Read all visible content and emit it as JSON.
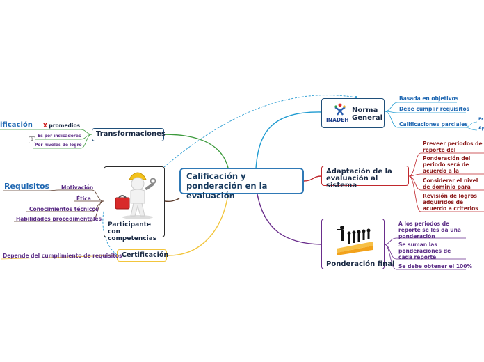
{
  "central": "Calificación y ponderación en la evaluación",
  "norma": {
    "title": "Norma General",
    "logo_text": "INADEH",
    "items": [
      "Basada en objetivos",
      "Debe cumplir requisitos",
      "Calificaciones parciales"
    ],
    "sub_items": [
      "Er",
      "Ap"
    ]
  },
  "adaptacion": {
    "title": "Adaptación de la evaluación al sistema",
    "items": [
      "Preveer periodos de reporte del desempeño a la fecha",
      "Ponderación del periodo será de acuerdo a la relevancia",
      "Considerar el nivel de dominio para cada criterio",
      "Revisión de logros adquiridos de acuerdo a criterios de desempeño"
    ]
  },
  "ponderacion": {
    "title": "Ponderación final",
    "items": [
      "A los periodos de reporte se les da una ponderación",
      "Se suman las ponderaciones de cada reporte",
      "Se debe obtener el 100%"
    ]
  },
  "transformaciones": {
    "title": "Transformaciones",
    "left_label": "ificación",
    "items": [
      "promedios",
      "Es por indicadores",
      "Por niveles de logro"
    ],
    "mark": "X",
    "badge": "1"
  },
  "participante": {
    "title": "Participante con competencias",
    "requisitos": "Requisitos",
    "items": [
      "Motivación",
      "Ética",
      "Conocimientos técnicos",
      "Habilidades procedimentales"
    ]
  },
  "certificacion": {
    "title": "Certificación",
    "items": [
      "Depende del cumplimiento de requisitos"
    ]
  },
  "colors": {
    "central": "#2f79b6",
    "norma": "#1f9bd1",
    "adaptacion": "#c0282d",
    "ponderacion": "#6a2e8c",
    "transformaciones": "#3c9a3c",
    "participante": "#5a3a2a",
    "certificacion": "#f2c53d"
  }
}
